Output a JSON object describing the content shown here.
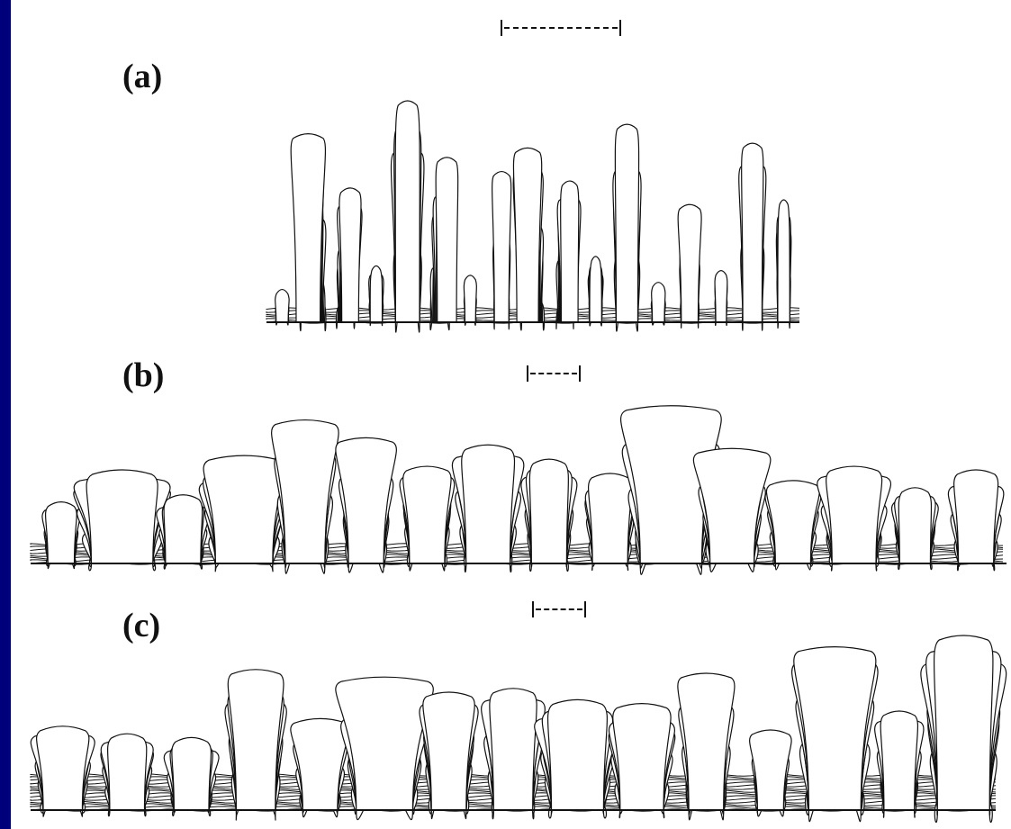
{
  "figure": {
    "panels": [
      {
        "id": "a",
        "label": "(a)",
        "background": "#ffffff",
        "stroke": "#111111",
        "columns": [
          {
            "h": 0.12,
            "w": 0.025,
            "flare": 0.2,
            "lean": 0
          },
          {
            "h": 0.78,
            "w": 0.05,
            "flare": 0.6,
            "lean": -0.01
          },
          {
            "h": 0.55,
            "w": 0.035,
            "flare": 0.7,
            "lean": 0.01
          },
          {
            "h": 0.22,
            "w": 0.025,
            "flare": 0.4,
            "lean": 0
          },
          {
            "h": 0.92,
            "w": 0.05,
            "flare": 0.6,
            "lean": 0
          },
          {
            "h": 0.68,
            "w": 0.04,
            "flare": 0.6,
            "lean": 0.015
          },
          {
            "h": 0.18,
            "w": 0.022,
            "flare": 0.3,
            "lean": 0
          },
          {
            "h": 0.62,
            "w": 0.03,
            "flare": 0.4,
            "lean": 0
          },
          {
            "h": 0.72,
            "w": 0.045,
            "flare": 0.6,
            "lean": -0.01
          },
          {
            "h": 0.58,
            "w": 0.035,
            "flare": 0.6,
            "lean": 0.01
          },
          {
            "h": 0.26,
            "w": 0.025,
            "flare": 0.4,
            "lean": 0
          },
          {
            "h": 0.82,
            "w": 0.045,
            "flare": 0.6,
            "lean": 0
          },
          {
            "h": 0.15,
            "w": 0.025,
            "flare": 0.3,
            "lean": 0
          },
          {
            "h": 0.48,
            "w": 0.035,
            "flare": 0.5,
            "lean": 0
          },
          {
            "h": 0.2,
            "w": 0.022,
            "flare": 0.3,
            "lean": 0
          },
          {
            "h": 0.74,
            "w": 0.04,
            "flare": 0.6,
            "lean": 0
          },
          {
            "h": 0.5,
            "w": 0.025,
            "flare": 0.4,
            "lean": 0
          }
        ],
        "contour_count": 9,
        "baseline_lines": 6
      },
      {
        "id": "b",
        "label": "(b)",
        "background": "#ffffff",
        "stroke": "#111111",
        "columns": [
          {
            "h": 0.32,
            "w": 0.03,
            "flare": 0.6,
            "lean": 0
          },
          {
            "h": 0.5,
            "w": 0.07,
            "flare": 1.0,
            "lean": 0
          },
          {
            "h": 0.36,
            "w": 0.04,
            "flare": 0.8,
            "lean": 0
          },
          {
            "h": 0.58,
            "w": 0.065,
            "flare": 1.0,
            "lean": 0
          },
          {
            "h": 0.78,
            "w": 0.045,
            "flare": 1.0,
            "lean": 0
          },
          {
            "h": 0.68,
            "w": 0.04,
            "flare": 1.0,
            "lean": 0
          },
          {
            "h": 0.52,
            "w": 0.04,
            "flare": 0.8,
            "lean": 0
          },
          {
            "h": 0.64,
            "w": 0.05,
            "flare": 1.0,
            "lean": 0
          },
          {
            "h": 0.56,
            "w": 0.04,
            "flare": 0.9,
            "lean": 0
          },
          {
            "h": 0.48,
            "w": 0.04,
            "flare": 0.8,
            "lean": 0
          },
          {
            "h": 0.86,
            "w": 0.07,
            "flare": 1.0,
            "lean": 0
          },
          {
            "h": 0.62,
            "w": 0.05,
            "flare": 1.0,
            "lean": 0
          },
          {
            "h": 0.44,
            "w": 0.04,
            "flare": 0.9,
            "lean": 0
          },
          {
            "h": 0.52,
            "w": 0.05,
            "flare": 1.0,
            "lean": 0
          },
          {
            "h": 0.4,
            "w": 0.035,
            "flare": 0.8,
            "lean": 0
          },
          {
            "h": 0.5,
            "w": 0.04,
            "flare": 1.0,
            "lean": 0
          }
        ],
        "contour_count": 14,
        "baseline_lines": 8
      },
      {
        "id": "c",
        "label": "(c)",
        "background": "#ffffff",
        "stroke": "#111111",
        "columns": [
          {
            "h": 0.42,
            "w": 0.045,
            "flare": 0.9,
            "lean": 0
          },
          {
            "h": 0.38,
            "w": 0.04,
            "flare": 0.9,
            "lean": 0
          },
          {
            "h": 0.36,
            "w": 0.04,
            "flare": 0.9,
            "lean": 0
          },
          {
            "h": 0.72,
            "w": 0.045,
            "flare": 1.0,
            "lean": 0
          },
          {
            "h": 0.46,
            "w": 0.04,
            "flare": 1.0,
            "lean": 0
          },
          {
            "h": 0.68,
            "w": 0.065,
            "flare": 1.0,
            "lean": 0
          },
          {
            "h": 0.6,
            "w": 0.04,
            "flare": 1.0,
            "lean": 0
          },
          {
            "h": 0.62,
            "w": 0.045,
            "flare": 1.0,
            "lean": 0
          },
          {
            "h": 0.56,
            "w": 0.06,
            "flare": 1.0,
            "lean": 0
          },
          {
            "h": 0.54,
            "w": 0.05,
            "flare": 1.0,
            "lean": 0
          },
          {
            "h": 0.7,
            "w": 0.04,
            "flare": 1.0,
            "lean": 0
          },
          {
            "h": 0.4,
            "w": 0.03,
            "flare": 0.8,
            "lean": 0
          },
          {
            "h": 0.84,
            "w": 0.06,
            "flare": 1.0,
            "lean": 0
          },
          {
            "h": 0.5,
            "w": 0.035,
            "flare": 0.9,
            "lean": 0
          },
          {
            "h": 0.9,
            "w": 0.06,
            "flare": 1.0,
            "lean": 0
          }
        ],
        "contour_count": 14,
        "baseline_lines": 14
      }
    ]
  },
  "colors": {
    "frame": "#00007a",
    "paper": "#ffffff",
    "ink": "#111111"
  }
}
